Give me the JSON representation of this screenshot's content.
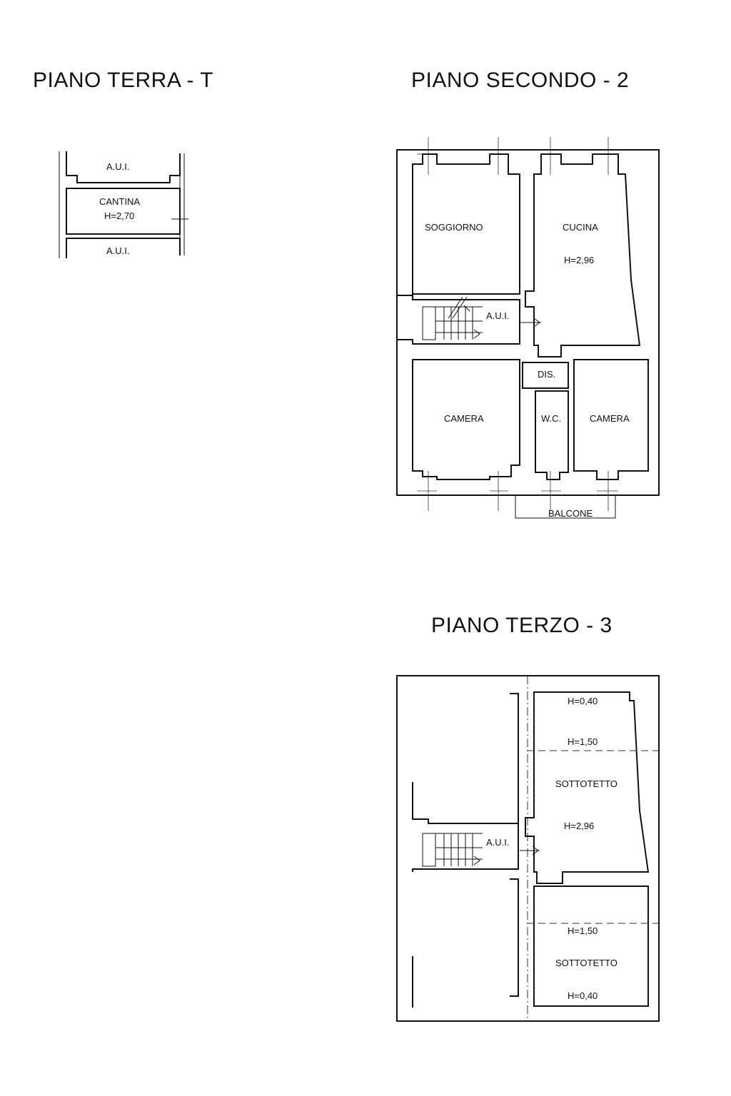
{
  "titles": {
    "ground": "PIANO TERRA - T",
    "second": "PIANO SECONDO - 2",
    "third": "PIANO TERZO - 3"
  },
  "ground_floor": {
    "aui_top": "A.U.I.",
    "cantina": "CANTINA",
    "cantina_height": "H=2,70",
    "aui_bottom": "A.U.I."
  },
  "second_floor": {
    "soggiorno": "SOGGIORNO",
    "cucina": "CUCINA",
    "cucina_height": "H=2,96",
    "aui": "A.U.I.",
    "dis": "DIS.",
    "camera_left": "CAMERA",
    "wc": "W.C.",
    "camera_right": "CAMERA",
    "balcone": "BALCONE"
  },
  "third_floor": {
    "h_top": "H=0,40",
    "h_upper_mid": "H=1,50",
    "sottotetto_upper": "SOTTOTETTO",
    "h_upper_center": "H=2,96",
    "aui": "A.U.I.",
    "h_lower_mid": "H=1,50",
    "sottotetto_lower": "SOTTOTETTO",
    "h_bottom": "H=0,40"
  }
}
